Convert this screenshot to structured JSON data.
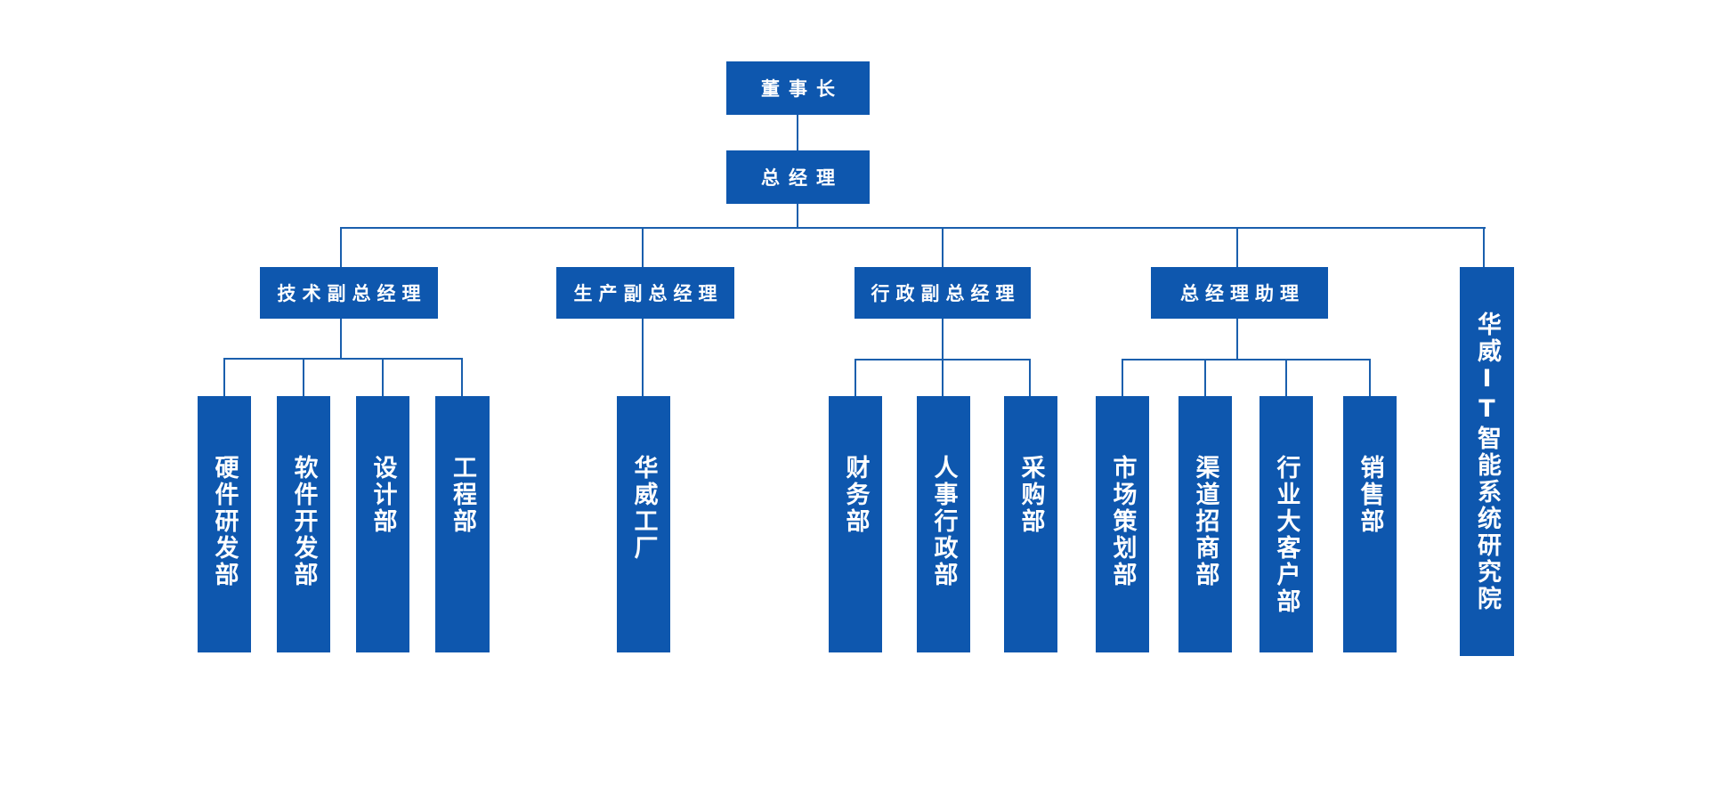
{
  "diagram": {
    "type": "org-chart",
    "background_color": "#FFFFFF",
    "node_fill_color": "#0E57AE",
    "node_text_color": "#FFFFFF",
    "connector_color": "#1A5FAD",
    "nodes": {
      "chairman": {
        "label": "董事长",
        "level": 1
      },
      "general_manager": {
        "label": "总经理",
        "level": 2
      },
      "tech_vp": {
        "label": "技术副总经理",
        "level": 3
      },
      "production_vp": {
        "label": "生产副总经理",
        "level": 3
      },
      "admin_vp": {
        "label": "行政副总经理",
        "level": 3
      },
      "gm_assistant": {
        "label": "总经理助理",
        "level": 3
      },
      "research_institute": {
        "label": "华威IT智能系统研究院",
        "level": 3
      },
      "hardware_rd": {
        "label": "硬件研发部",
        "level": 4
      },
      "software_dev": {
        "label": "软件开发部",
        "level": 4
      },
      "design": {
        "label": "设计部",
        "level": 4
      },
      "engineering": {
        "label": "工程部",
        "level": 4
      },
      "huawei_factory": {
        "label": "华威工厂",
        "level": 4
      },
      "finance": {
        "label": "财务部",
        "level": 4
      },
      "hr_admin": {
        "label": "人事行政部",
        "level": 4
      },
      "procurement": {
        "label": "采购部",
        "level": 4
      },
      "marketing_planning": {
        "label": "市场策划部",
        "level": 4
      },
      "channel_investment": {
        "label": "渠道招商部",
        "level": 4
      },
      "industry_key_accounts": {
        "label": "行业大客户部",
        "level": 4
      },
      "sales": {
        "label": "销售部",
        "level": 4
      }
    },
    "edges": [
      {
        "from": "chairman",
        "to": "general_manager"
      },
      {
        "from": "general_manager",
        "to": "tech_vp"
      },
      {
        "from": "general_manager",
        "to": "production_vp"
      },
      {
        "from": "general_manager",
        "to": "admin_vp"
      },
      {
        "from": "general_manager",
        "to": "gm_assistant"
      },
      {
        "from": "general_manager",
        "to": "research_institute"
      },
      {
        "from": "tech_vp",
        "to": "hardware_rd"
      },
      {
        "from": "tech_vp",
        "to": "software_dev"
      },
      {
        "from": "tech_vp",
        "to": "design"
      },
      {
        "from": "tech_vp",
        "to": "engineering"
      },
      {
        "from": "production_vp",
        "to": "huawei_factory"
      },
      {
        "from": "admin_vp",
        "to": "finance"
      },
      {
        "from": "admin_vp",
        "to": "hr_admin"
      },
      {
        "from": "admin_vp",
        "to": "procurement"
      },
      {
        "from": "gm_assistant",
        "to": "marketing_planning"
      },
      {
        "from": "gm_assistant",
        "to": "channel_investment"
      },
      {
        "from": "gm_assistant",
        "to": "industry_key_accounts"
      },
      {
        "from": "gm_assistant",
        "to": "sales"
      }
    ]
  }
}
